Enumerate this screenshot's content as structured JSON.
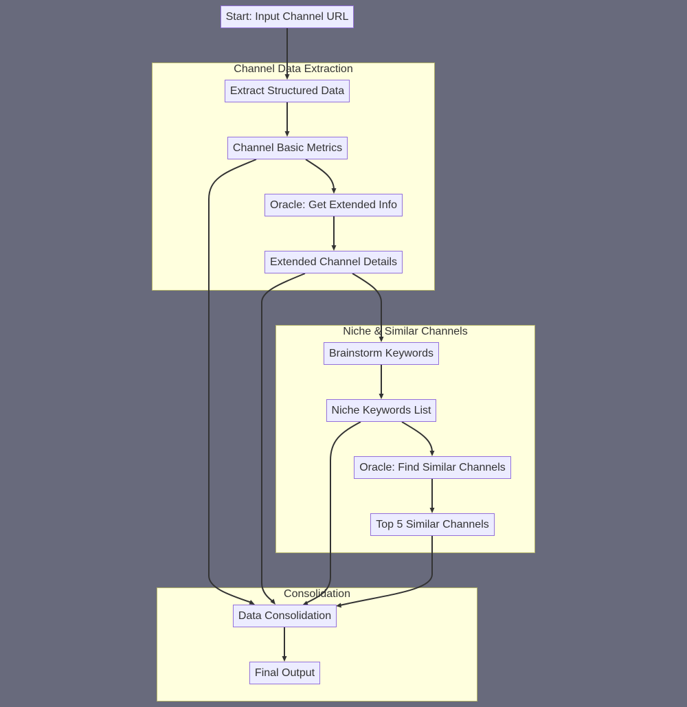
{
  "clusters": {
    "extraction": "Channel Data Extraction",
    "niche": "Niche & Similar Channels",
    "consolidation": "Consolidation"
  },
  "nodes": {
    "start": "Start: Input Channel URL",
    "extract": "Extract Structured Data",
    "basic_metrics": "Channel Basic Metrics",
    "oracle_extended": "Oracle: Get Extended Info",
    "extended_details": "Extended Channel Details",
    "brainstorm": "Brainstorm Keywords",
    "niche_keywords": "Niche Keywords List",
    "oracle_similar": "Oracle: Find Similar Channels",
    "top5": "Top 5 Similar Channels",
    "consolidation": "Data Consolidation",
    "final": "Final Output"
  },
  "colors": {
    "background": "#686a7c",
    "cluster_fill": "#ffffde",
    "cluster_border": "#b5b56a",
    "node_fill": "#ececff",
    "node_border": "#9370db",
    "edge": "#333333"
  }
}
